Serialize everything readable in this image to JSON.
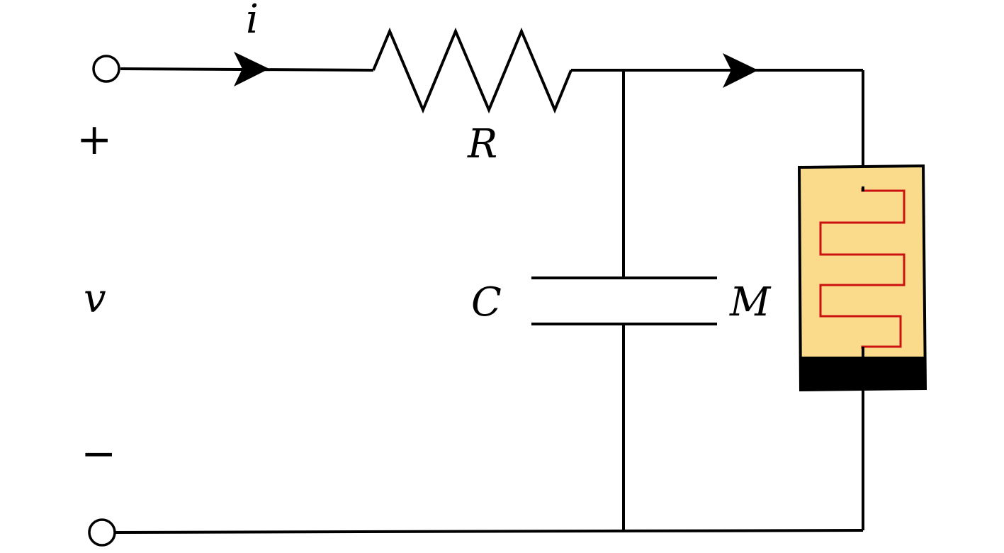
{
  "labels": {
    "current": "i",
    "resistor": "R",
    "capacitor": "C",
    "memristor": "M",
    "voltage": "v",
    "plus": "+",
    "minus": "−"
  },
  "colors": {
    "wire": "#000000",
    "memristor_fill": "#fadb8c",
    "memristor_band": "#000000",
    "memristor_coil": "#cc1111",
    "background": "#ffffff"
  }
}
